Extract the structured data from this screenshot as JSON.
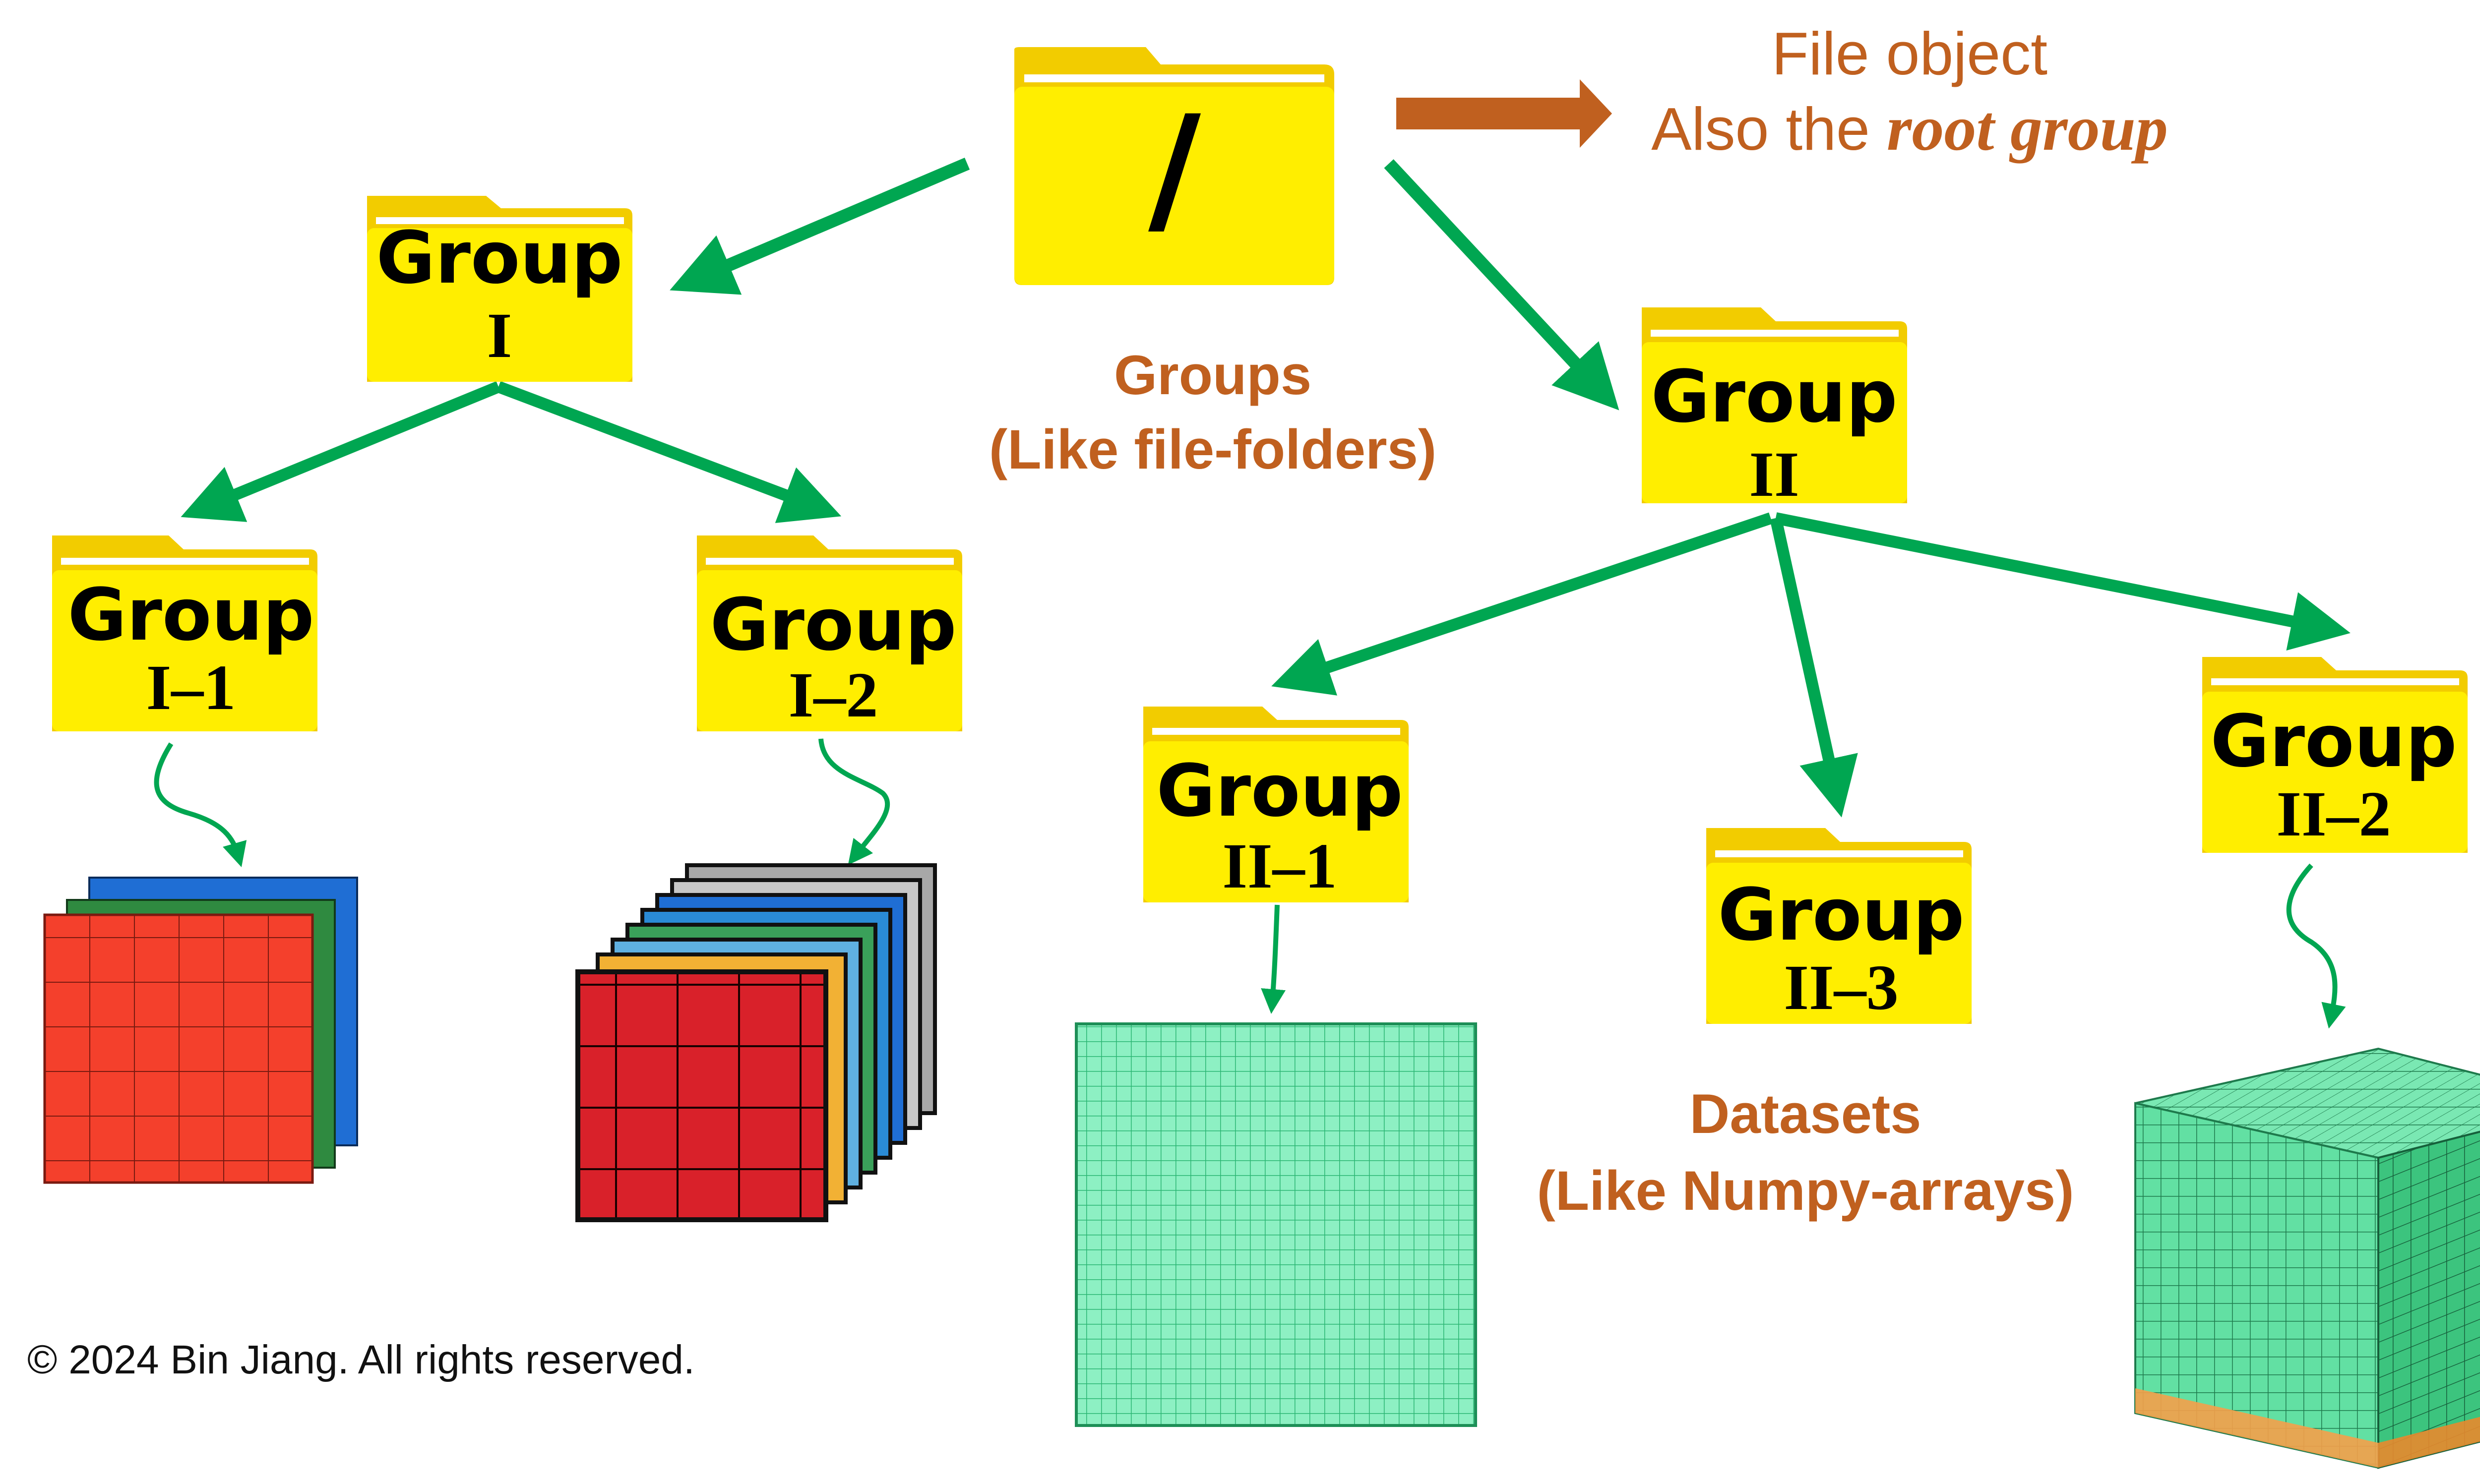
{
  "root": {
    "label": "/"
  },
  "file_object": {
    "line1": "File object",
    "line2_prefix": "Also the ",
    "line2_emph": "root group"
  },
  "groups_caption": {
    "line1": "Groups",
    "line2": "(Like file-folders)"
  },
  "datasets_caption": {
    "line1": "Datasets",
    "line2": "(Like Numpy-arrays)"
  },
  "groups": {
    "g1": {
      "word": "Group",
      "id": "I"
    },
    "g1_1": {
      "word": "Group",
      "id": "I–1"
    },
    "g1_2": {
      "word": "Group",
      "id": "I–2"
    },
    "g2": {
      "word": "Group",
      "id": "II"
    },
    "g2_1": {
      "word": "Group",
      "id": "II–1"
    },
    "g2_2": {
      "word": "Group",
      "id": "II–2"
    },
    "g2_3": {
      "word": "Group",
      "id": "II–3"
    }
  },
  "copyright": "© 2024 Bin Jiang. All rights reserved.",
  "colors": {
    "folder": "#ffee00",
    "folder_tab": "#f2cc00",
    "arrow_green": "#00a651",
    "arrow_orange": "#c0601f",
    "caption_orange": "#c0601f",
    "teal_grid": "#5fd79a",
    "red_grid": "#f4402c",
    "blue_layer": "#1f6ed4",
    "green_layer": "#2f8a40"
  }
}
